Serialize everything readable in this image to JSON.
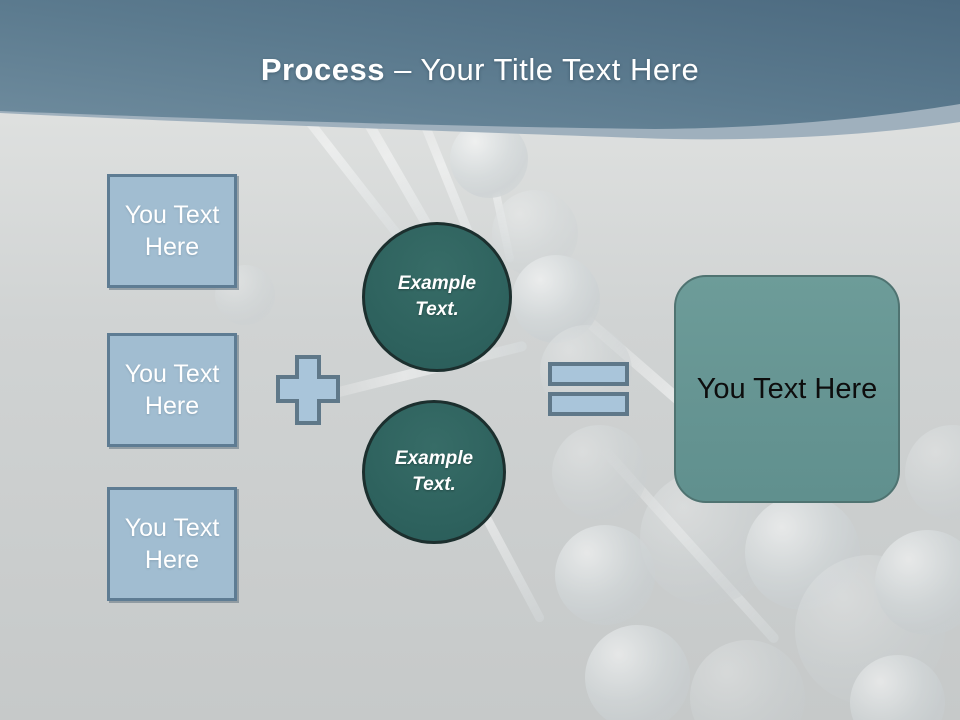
{
  "slide": {
    "title": {
      "emphasis": "Process",
      "rest": "– Your Title Text Here"
    },
    "inputs": [
      {
        "label": "You Text Here"
      },
      {
        "label": "You Text Here"
      },
      {
        "label": "You Text Here"
      }
    ],
    "examples": [
      {
        "label": "Example Text."
      },
      {
        "label": "Example Text."
      }
    ],
    "result": {
      "label": "You Text Here"
    },
    "operators": {
      "plus": "plus-sign",
      "equals": "equals-sign"
    },
    "background": {
      "watermark": "dna-helix-3d-render"
    },
    "colors": {
      "header_blue_dark": "#4c6a80",
      "header_blue_light": "#6f8c9e",
      "header_wave_light": "#9fb0bd",
      "body_gray": "#cdd0d0",
      "input_box_fill": "#a1bdd1",
      "input_box_border": "#5e7c93",
      "operator_fill": "#a9c5da",
      "operator_border": "#5f7889",
      "circle_fill": "#2e6460",
      "circle_border": "#1c2f2e",
      "result_fill": "#679795",
      "result_border": "#4f7371",
      "title_text": "#ffffff",
      "box_text": "#ffffff",
      "result_text": "#0d0d0d"
    }
  }
}
